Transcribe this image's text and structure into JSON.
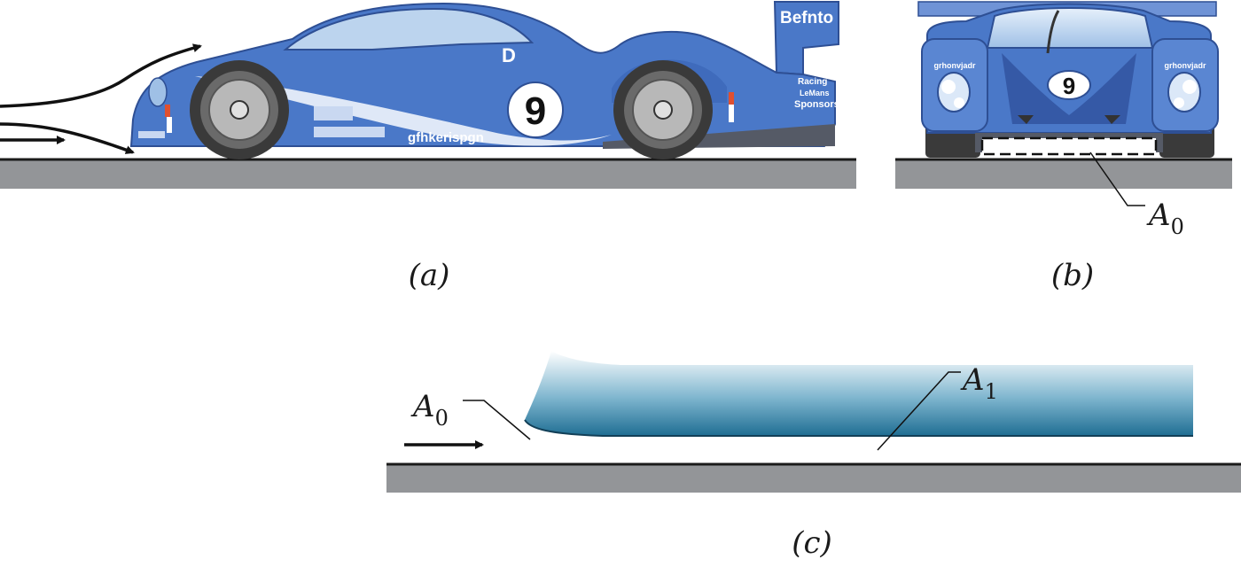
{
  "colors": {
    "body": "#4a78c8",
    "body_dark": "#3559a6",
    "stripe": "#dfe8f7",
    "ground": "#939598",
    "ground_line": "#1a1a1a",
    "tire": "#3a3a3a",
    "rim": "#b8b8b8",
    "flow": "#2d7aa0"
  },
  "car_side": {
    "wing_text": "Befnto",
    "door_letter": "D",
    "number": "9",
    "side_text": "gfhkerispgn",
    "sponsor_lines": [
      "Racing",
      "LeMans",
      "Sponsors"
    ]
  },
  "car_front": {
    "pod_text_left": "grhonvjadr",
    "pod_text_right": "grhonvjadr",
    "number": "9"
  },
  "labels": {
    "a": "(a)",
    "b": "(b)",
    "c": "(c)",
    "a0_front": "A",
    "a0_front_sub": "0",
    "a0_flow": "A",
    "a0_flow_sub": "0",
    "a1": "A",
    "a1_sub": "1"
  }
}
